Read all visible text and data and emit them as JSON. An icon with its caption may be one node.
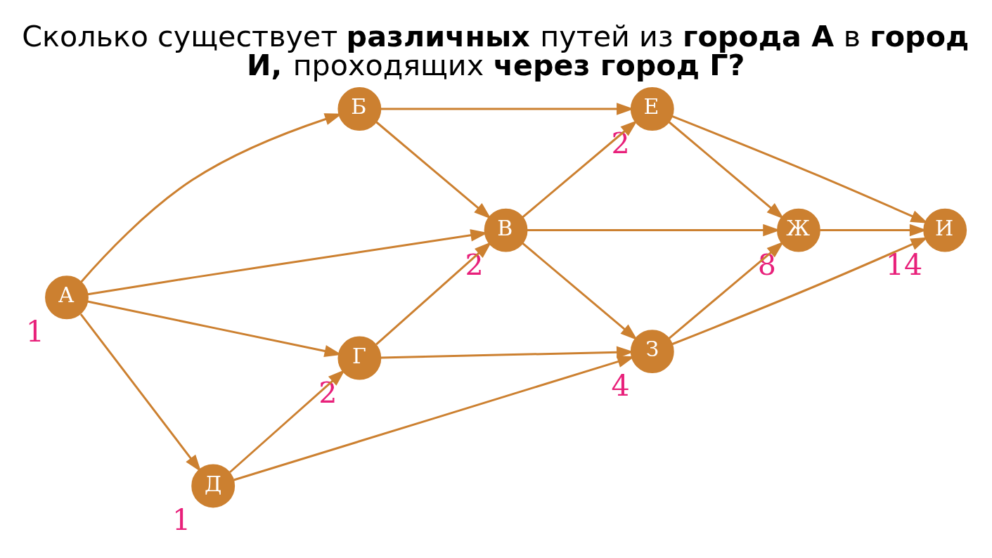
{
  "diagram": {
    "title": "Сколько существует **различных** путей из **города А** в **город И,** проходящих **через город Г?**",
    "nodes": [
      {
        "text": [
          "А"
        ],
        "beside": [
          "1"
        ]
      },
      {
        "text": [
          "Б"
        ]
      },
      {
        "text": [
          "В"
        ],
        "beside": [
          "2"
        ]
      },
      {
        "text": [
          "Г"
        ],
        "beside": [
          "2"
        ]
      },
      {
        "text": [
          "Д"
        ],
        "beside": [
          "1"
        ]
      },
      {
        "text": [
          "Е"
        ],
        "beside": [
          "2"
        ]
      },
      {
        "text": [
          "Ж"
        ],
        "beside": [
          "8"
        ]
      },
      {
        "text": [
          "З"
        ],
        "beside": [
          "4"
        ]
      },
      {
        "text": [
          "И"
        ],
        "beside": [
          "14"
        ]
      }
    ],
    "edges": [
      {
        "from": 0,
        "to": 1,
        "arrow": "to"
      },
      {
        "from": 0,
        "to": 2,
        "arrow": "to"
      },
      {
        "from": 0,
        "to": 3,
        "arrow": "to"
      },
      {
        "from": 0,
        "to": 4,
        "arrow": "to"
      },
      {
        "from": 1,
        "to": 5,
        "arrow": "to"
      },
      {
        "from": 1,
        "to": 2,
        "arrow": "to"
      },
      {
        "from": 2,
        "to": 5,
        "arrow": "to"
      },
      {
        "from": 2,
        "to": 6,
        "arrow": "to"
      },
      {
        "from": 2,
        "to": 7,
        "arrow": "to"
      },
      {
        "from": 3,
        "to": 2,
        "arrow": "to"
      },
      {
        "from": 3,
        "to": 7,
        "arrow": "to"
      },
      {
        "from": 4,
        "to": 3,
        "arrow": "to"
      },
      {
        "from": 4,
        "to": 7,
        "arrow": "to"
      },
      {
        "from": 5,
        "to": 6,
        "arrow": "to"
      },
      {
        "from": 5,
        "to": 8,
        "arrow": "to"
      },
      {
        "from": 6,
        "to": 8,
        "arrow": "to"
      },
      {
        "from": 7,
        "to": 6,
        "arrow": "to"
      },
      {
        "from": 7,
        "to": 8,
        "arrow": "to"
      }
    ]
  }
}
